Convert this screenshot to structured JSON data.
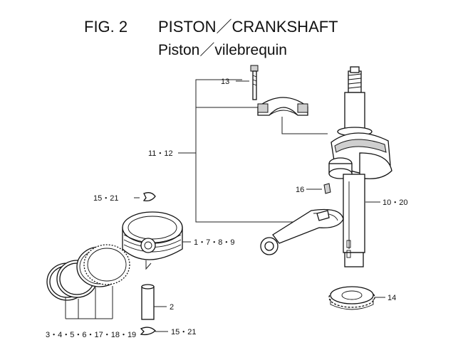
{
  "header": {
    "fig_label": "FIG. 2",
    "title": "PISTON／CRANKSHAFT",
    "subtitle": "Piston／vilebrequin"
  },
  "callouts": {
    "bolt": "13",
    "connecting_rod_group": "11・12",
    "key": "16",
    "crankshaft": "10・20",
    "circlip_top": "15・21",
    "piston": "1・7・8・9",
    "piston_pin": "2",
    "circlip_bottom": "15・21",
    "rings": "3・4・5・6・17・18・19",
    "gear": "14"
  }
}
